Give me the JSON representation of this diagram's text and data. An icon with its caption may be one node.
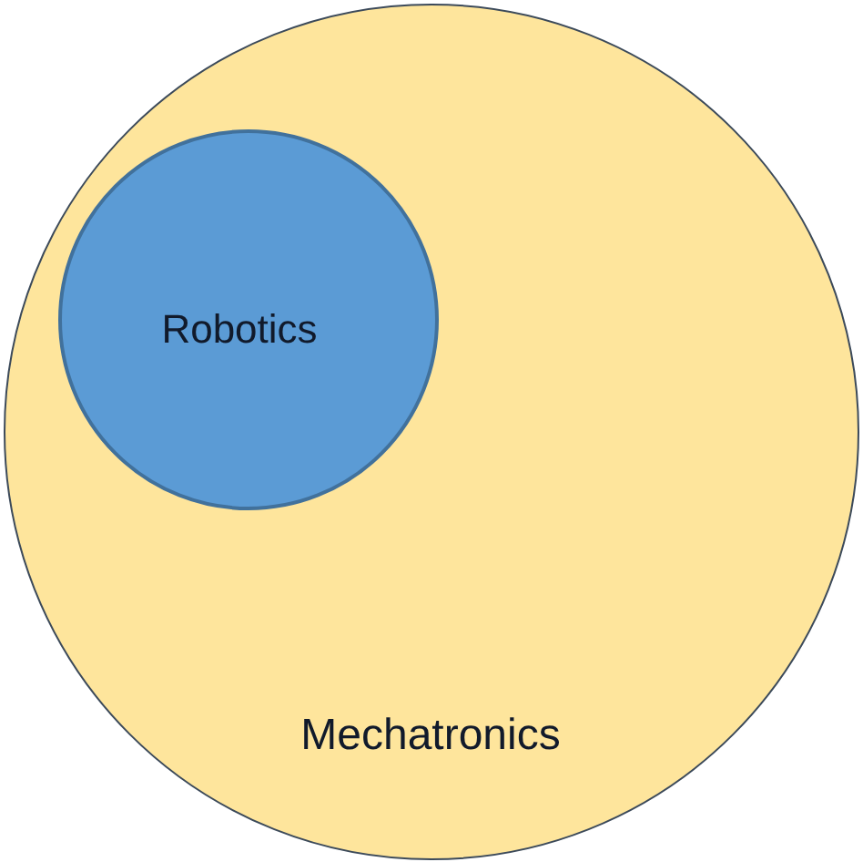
{
  "diagram": {
    "nodes": [
      {
        "text": [
          "Mechatronics"
        ]
      },
      {
        "text": [
          "Robotics"
        ],
        "in": 0
      }
    ]
  }
}
